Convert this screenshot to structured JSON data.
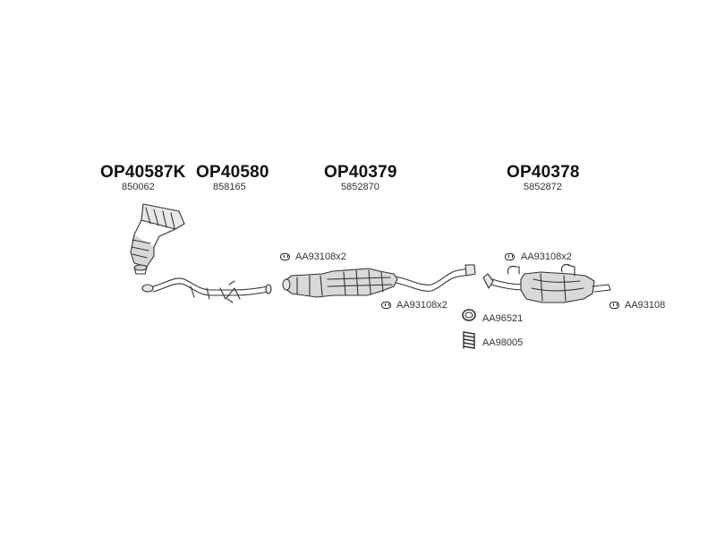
{
  "parts": [
    {
      "id": "OP40587K",
      "oem": "850062"
    },
    {
      "id": "OP40580",
      "oem": "858165"
    },
    {
      "id": "OP40379",
      "oem": "5852870"
    },
    {
      "id": "OP40378",
      "oem": "5852872"
    }
  ],
  "hardware": [
    {
      "code": "AA93108",
      "qty": "x2",
      "icon": "clamp-icon"
    },
    {
      "code": "AA93108",
      "qty": "x2",
      "icon": "clamp-icon"
    },
    {
      "code": "AA93108",
      "qty": "x2",
      "icon": "clamp-icon"
    },
    {
      "code": "AA93108",
      "qty": "",
      "icon": "clamp-icon"
    },
    {
      "code": "AA96521",
      "qty": "",
      "icon": "gasket-ring-icon"
    },
    {
      "code": "AA98005",
      "qty": "",
      "icon": "spring-icon"
    }
  ]
}
